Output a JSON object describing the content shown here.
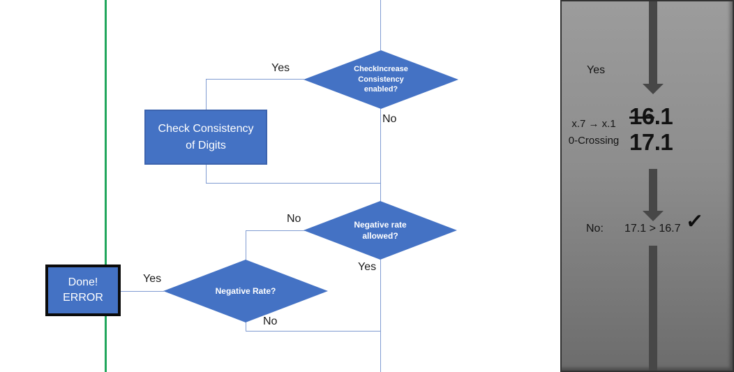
{
  "flowchart": {
    "decision_check_increase": {
      "line1": "CheckIncrease",
      "line2": "Consistency",
      "line3": "enabled?"
    },
    "process_check_consistency": {
      "line1": "Check Consistency",
      "line2": "of Digits"
    },
    "decision_negative_rate_allowed": {
      "line1": "Negative rate",
      "line2": "allowed?"
    },
    "decision_negative_rate": {
      "label": "Negative Rate?"
    },
    "terminal_done_error": {
      "line1": "Done!",
      "line2": "ERROR"
    },
    "labels": {
      "d1_yes": "Yes",
      "d1_no": "No",
      "d2_no": "No",
      "d2_yes": "Yes",
      "d3_yes": "Yes",
      "d3_no": "No"
    }
  },
  "panel": {
    "yes_label": "Yes",
    "note_line1": "x.7 → x.1",
    "note_line2": "0-Crossing",
    "old_value_struck": "16",
    "old_value_tail": ".1",
    "new_value": "17.1",
    "result_label": "No:",
    "result_comparison": "17.1 > 16.7",
    "checkmark": "✓"
  },
  "colors": {
    "shape_fill": "#4472C4",
    "shape_border": "#3C63AE",
    "connector": "#7F9BD1",
    "green_line": "#21A65C",
    "done_border": "#0B0B0B",
    "panel_gray_top": "#9C9C9C",
    "panel_gray_bottom": "#6C6C6C",
    "panel_arrow": "#474747",
    "text_light": "#FFFFFF",
    "text_dark": "#141414"
  }
}
